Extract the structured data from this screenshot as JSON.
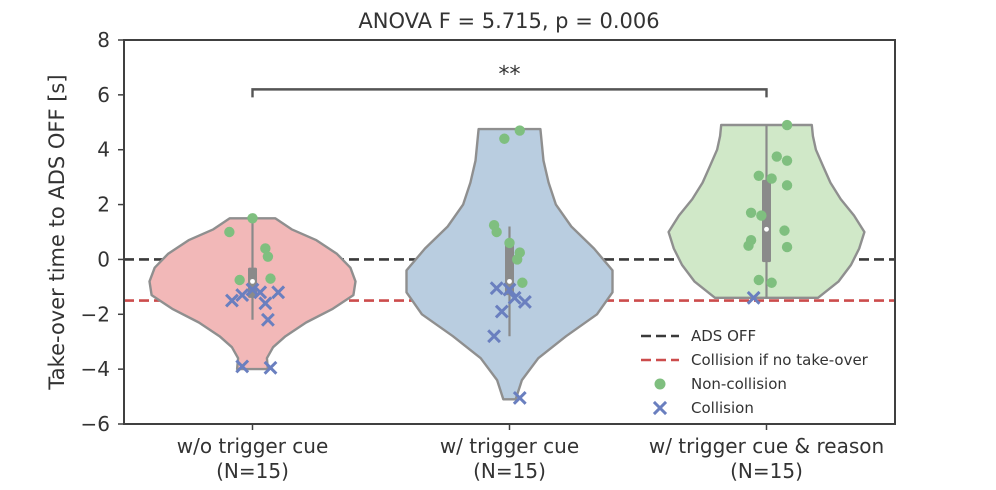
{
  "chart_data": {
    "type": "violin",
    "title": "ANOVA  F = 5.715,  p = 0.006",
    "ylabel": "Take-over time to ADS OFF [s]",
    "ylim": [
      -6,
      8
    ],
    "yticks": [
      "8",
      "6",
      "4",
      "2",
      "0",
      "−2",
      "−4",
      "−6"
    ],
    "grid": false,
    "legend_position": "lower-right",
    "categories": [
      {
        "name": "w/o trigger cue",
        "n": "(N=15)",
        "color": "#f2b8b8"
      },
      {
        "name": "w/ trigger cue",
        "n": "(N=15)",
        "color": "#b9cde0"
      },
      {
        "name": "w/ trigger cue & reason",
        "n": "(N=15)",
        "color": "#d0e8c8"
      }
    ],
    "reference_lines": [
      {
        "label": "ADS OFF",
        "y": 0,
        "color": "#3a3a3a"
      },
      {
        "label": "Collision if no take-over",
        "y": -1.5,
        "color": "#cc4c4c"
      }
    ],
    "significance": {
      "from": 0,
      "to": 2,
      "y": 6.2,
      "label": "**"
    },
    "legend": [
      {
        "label": "ADS OFF",
        "kind": "dash",
        "color": "#3a3a3a"
      },
      {
        "label": "Collision if no take-over",
        "kind": "dash",
        "color": "#cc4c4c"
      },
      {
        "label": "Non-collision",
        "kind": "dot",
        "color": "#7fbf7f"
      },
      {
        "label": "Collision",
        "kind": "cross",
        "color": "#6a7fbf"
      }
    ],
    "violins": [
      {
        "min": -4.0,
        "max": 1.5,
        "profile": [
          [
            -4.0,
            0.15
          ],
          [
            -3.6,
            0.14
          ],
          [
            -3.2,
            0.2
          ],
          [
            -2.8,
            0.32
          ],
          [
            -2.3,
            0.52
          ],
          [
            -1.8,
            0.78
          ],
          [
            -1.3,
            0.98
          ],
          [
            -0.8,
            1.0
          ],
          [
            -0.3,
            0.95
          ],
          [
            0.2,
            0.82
          ],
          [
            0.7,
            0.62
          ],
          [
            1.1,
            0.38
          ],
          [
            1.5,
            0.22
          ]
        ],
        "q1": -1.4,
        "median": -0.8,
        "q3": -0.3,
        "whisker_low": -2.2,
        "whisker_high": 1.5,
        "points": [
          {
            "x": -0.08,
            "y": -1.5,
            "type": "collision"
          },
          {
            "x": -0.04,
            "y": -1.3,
            "type": "collision"
          },
          {
            "x": 0.0,
            "y": -1.1,
            "type": "collision"
          },
          {
            "x": 0.03,
            "y": -1.2,
            "type": "collision"
          },
          {
            "x": 0.05,
            "y": -1.6,
            "type": "collision"
          },
          {
            "x": 0.06,
            "y": -2.2,
            "type": "collision"
          },
          {
            "x": 0.1,
            "y": -1.2,
            "type": "collision"
          },
          {
            "x": -0.04,
            "y": -3.9,
            "type": "collision"
          },
          {
            "x": 0.07,
            "y": -3.95,
            "type": "collision"
          },
          {
            "x": -0.09,
            "y": 1.0,
            "type": "non-collision"
          },
          {
            "x": 0.0,
            "y": 1.5,
            "type": "non-collision"
          },
          {
            "x": 0.05,
            "y": 0.4,
            "type": "non-collision"
          },
          {
            "x": 0.06,
            "y": 0.1,
            "type": "non-collision"
          },
          {
            "x": -0.05,
            "y": -0.75,
            "type": "non-collision"
          },
          {
            "x": 0.07,
            "y": -0.7,
            "type": "non-collision"
          }
        ]
      },
      {
        "min": -5.1,
        "max": 4.75,
        "profile": [
          [
            -5.1,
            0.06
          ],
          [
            -4.4,
            0.12
          ],
          [
            -3.6,
            0.28
          ],
          [
            -2.8,
            0.55
          ],
          [
            -2.0,
            0.85
          ],
          [
            -1.2,
            1.0
          ],
          [
            -0.4,
            1.0
          ],
          [
            0.4,
            0.82
          ],
          [
            1.2,
            0.6
          ],
          [
            2.0,
            0.45
          ],
          [
            2.8,
            0.38
          ],
          [
            3.6,
            0.33
          ],
          [
            4.75,
            0.3
          ]
        ],
        "q1": -1.3,
        "median": -0.8,
        "q3": 0.7,
        "whisker_low": -2.8,
        "whisker_high": 1.2,
        "points": [
          {
            "x": 0.0,
            "y": -1.1,
            "type": "collision"
          },
          {
            "x": -0.05,
            "y": -1.05,
            "type": "collision"
          },
          {
            "x": 0.02,
            "y": -1.4,
            "type": "collision"
          },
          {
            "x": 0.06,
            "y": -1.55,
            "type": "collision"
          },
          {
            "x": -0.03,
            "y": -1.9,
            "type": "collision"
          },
          {
            "x": -0.06,
            "y": -2.8,
            "type": "collision"
          },
          {
            "x": 0.04,
            "y": -5.05,
            "type": "collision"
          },
          {
            "x": -0.02,
            "y": 4.4,
            "type": "non-collision"
          },
          {
            "x": 0.04,
            "y": 4.7,
            "type": "non-collision"
          },
          {
            "x": -0.06,
            "y": 1.25,
            "type": "non-collision"
          },
          {
            "x": -0.05,
            "y": 1.0,
            "type": "non-collision"
          },
          {
            "x": 0.0,
            "y": 0.6,
            "type": "non-collision"
          },
          {
            "x": 0.04,
            "y": 0.25,
            "type": "non-collision"
          },
          {
            "x": 0.03,
            "y": 0.0,
            "type": "non-collision"
          },
          {
            "x": 0.05,
            "y": -0.85,
            "type": "non-collision"
          }
        ]
      },
      {
        "min": -1.4,
        "max": 4.9,
        "profile": [
          [
            -1.4,
            0.5
          ],
          [
            -0.8,
            0.7
          ],
          [
            -0.2,
            0.82
          ],
          [
            0.4,
            0.9
          ],
          [
            1.0,
            0.95
          ],
          [
            1.6,
            0.85
          ],
          [
            2.2,
            0.72
          ],
          [
            2.8,
            0.62
          ],
          [
            3.4,
            0.55
          ],
          [
            4.0,
            0.48
          ],
          [
            4.5,
            0.45
          ],
          [
            4.9,
            0.44
          ]
        ],
        "q1": -0.1,
        "median": 1.1,
        "q3": 2.9,
        "whisker_low": -1.4,
        "whisker_high": 4.9,
        "points": [
          {
            "x": -0.05,
            "y": -1.4,
            "type": "collision"
          },
          {
            "x": 0.08,
            "y": 4.9,
            "type": "non-collision"
          },
          {
            "x": 0.04,
            "y": 3.75,
            "type": "non-collision"
          },
          {
            "x": 0.08,
            "y": 3.6,
            "type": "non-collision"
          },
          {
            "x": -0.03,
            "y": 3.05,
            "type": "non-collision"
          },
          {
            "x": 0.02,
            "y": 2.95,
            "type": "non-collision"
          },
          {
            "x": 0.08,
            "y": 2.7,
            "type": "non-collision"
          },
          {
            "x": -0.06,
            "y": 1.7,
            "type": "non-collision"
          },
          {
            "x": -0.02,
            "y": 1.6,
            "type": "non-collision"
          },
          {
            "x": 0.07,
            "y": 1.05,
            "type": "non-collision"
          },
          {
            "x": -0.06,
            "y": 0.7,
            "type": "non-collision"
          },
          {
            "x": -0.07,
            "y": 0.5,
            "type": "non-collision"
          },
          {
            "x": 0.08,
            "y": 0.45,
            "type": "non-collision"
          },
          {
            "x": -0.03,
            "y": -0.75,
            "type": "non-collision"
          },
          {
            "x": 0.02,
            "y": -0.85,
            "type": "non-collision"
          }
        ]
      }
    ]
  }
}
